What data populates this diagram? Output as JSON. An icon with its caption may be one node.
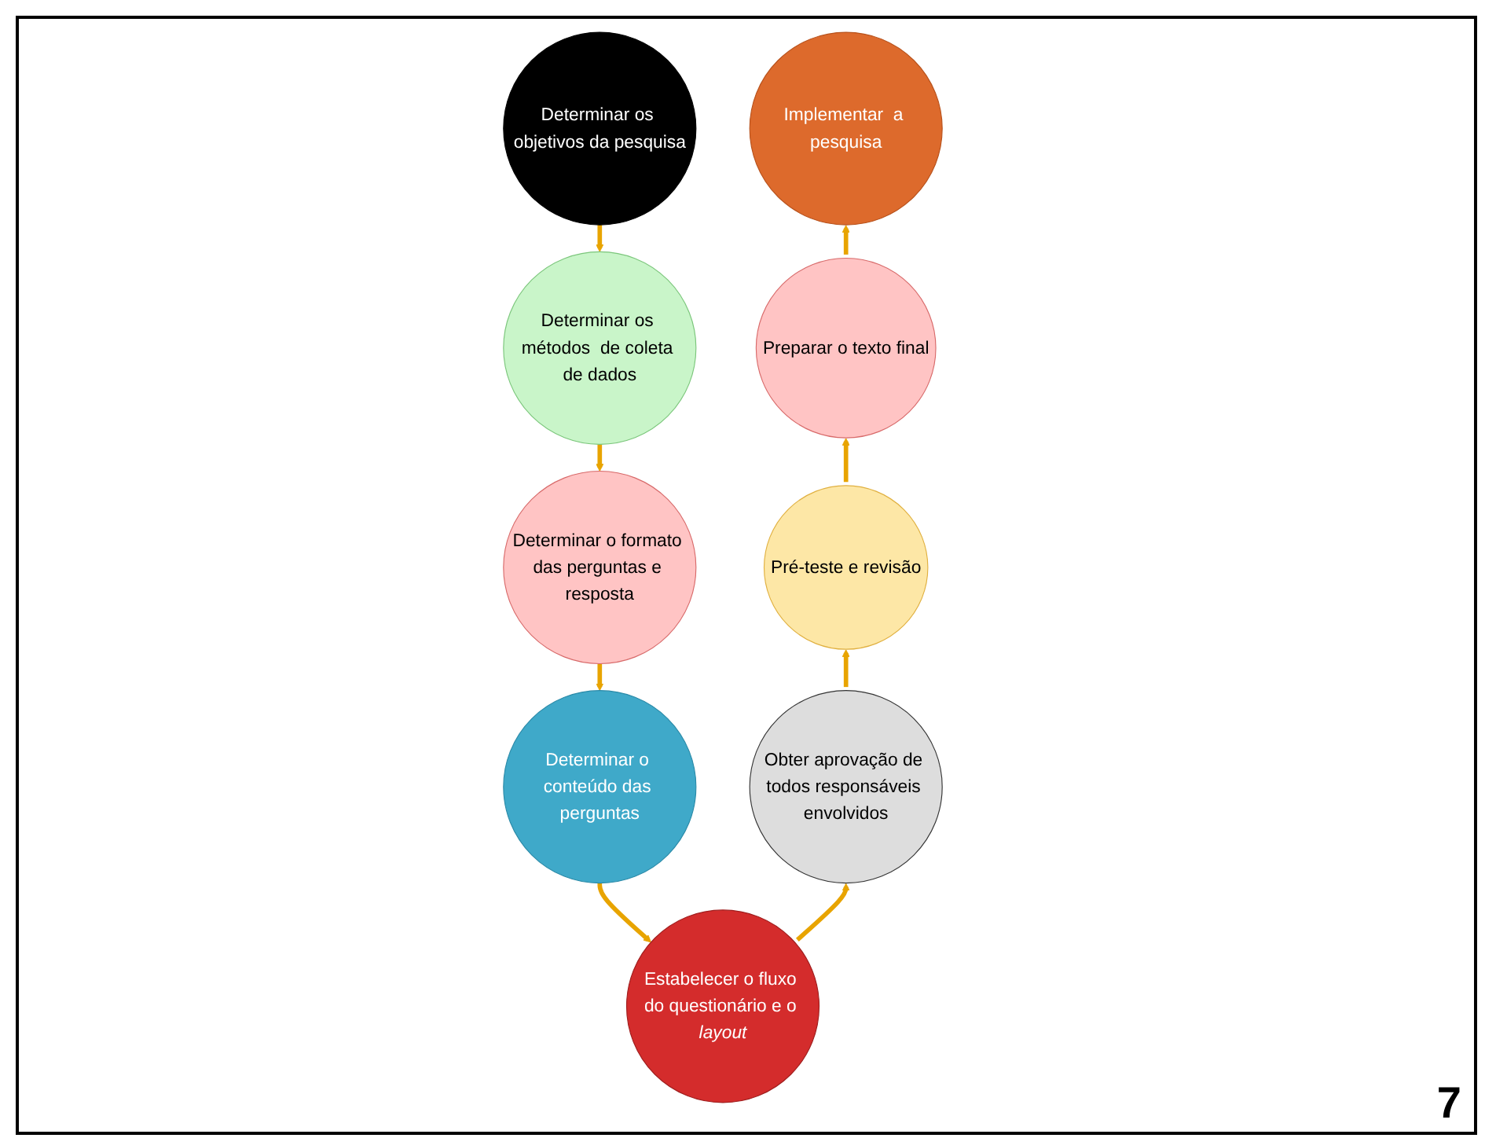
{
  "diagram": {
    "nodes": [
      {
        "text": [
          "Determinar os objetivos da pesquisa"
        ]
      },
      {
        "text": [
          "Determinar os métodos  de coleta de dados"
        ]
      },
      {
        "text": [
          "Determinar o formato das perguntas e resposta"
        ]
      },
      {
        "text": [
          "Determinar o conteúdo das perguntas"
        ]
      },
      {
        "text": [
          "Estabelecer o fluxo do questionário e o *layout*"
        ]
      },
      {
        "text": [
          "Obter aprovação de todos responsáveis envolvidos"
        ]
      },
      {
        "text": [
          "Pré-teste e revisão"
        ]
      },
      {
        "text": [
          "Preparar o texto final"
        ]
      },
      {
        "text": [
          "Implementar  a pesquisa"
        ]
      }
    ],
    "edges": [
      {
        "from": 0,
        "to": 1,
        "arrow": "to"
      },
      {
        "from": 1,
        "to": 2,
        "arrow": "to"
      },
      {
        "from": 2,
        "to": 3,
        "arrow": "to"
      },
      {
        "from": 3,
        "to": 4,
        "arrow": "to"
      },
      {
        "from": 4,
        "to": 5,
        "arrow": "to"
      },
      {
        "from": 5,
        "to": 6,
        "arrow": "to"
      },
      {
        "from": 6,
        "to": 7,
        "arrow": "to"
      },
      {
        "from": 7,
        "to": 8,
        "arrow": "to"
      }
    ],
    "labels": [
      "7"
    ]
  }
}
